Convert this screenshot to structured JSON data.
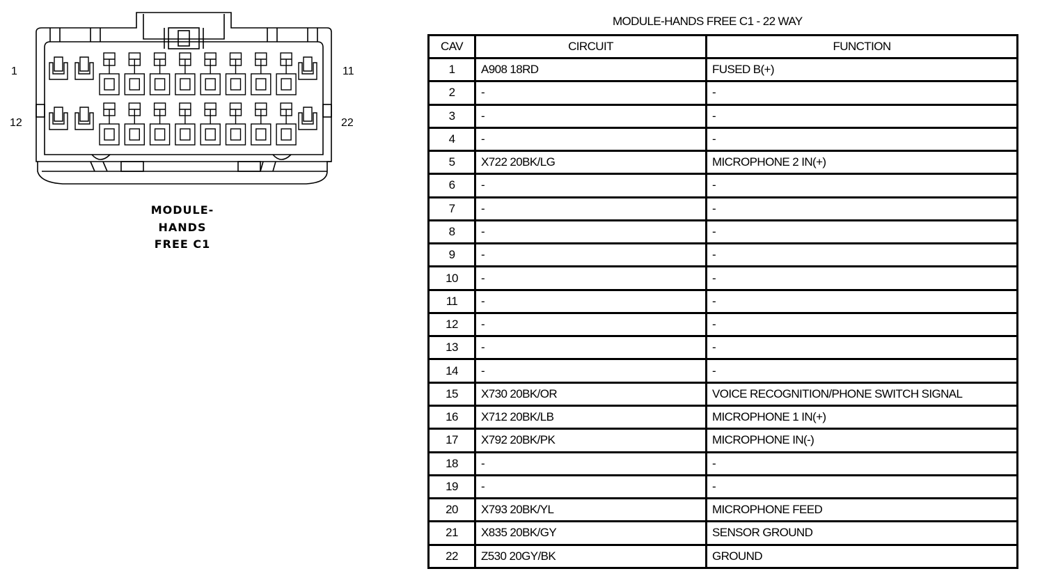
{
  "connector": {
    "caption_lines": [
      "MODULE-",
      "HANDS",
      "FREE C1"
    ],
    "pin_labels": {
      "top_left": "1",
      "top_right": "11",
      "bottom_left": "12",
      "bottom_right": "22"
    }
  },
  "table": {
    "title": "MODULE-HANDS FREE C1 - 22 WAY",
    "headers": [
      "CAV",
      "CIRCUIT",
      "FUNCTION"
    ],
    "rows": [
      {
        "cav": "1",
        "circuit": "A908 18RD",
        "function": "FUSED B(+)"
      },
      {
        "cav": "2",
        "circuit": "-",
        "function": "-"
      },
      {
        "cav": "3",
        "circuit": "-",
        "function": "-"
      },
      {
        "cav": "4",
        "circuit": "-",
        "function": "-"
      },
      {
        "cav": "5",
        "circuit": "X722 20BK/LG",
        "function": "MICROPHONE 2 IN(+)"
      },
      {
        "cav": "6",
        "circuit": "-",
        "function": "-"
      },
      {
        "cav": "7",
        "circuit": "-",
        "function": "-"
      },
      {
        "cav": "8",
        "circuit": "-",
        "function": "-"
      },
      {
        "cav": "9",
        "circuit": "-",
        "function": "-"
      },
      {
        "cav": "10",
        "circuit": "-",
        "function": "-"
      },
      {
        "cav": "11",
        "circuit": "-",
        "function": "-"
      },
      {
        "cav": "12",
        "circuit": "-",
        "function": "-"
      },
      {
        "cav": "13",
        "circuit": "-",
        "function": "-"
      },
      {
        "cav": "14",
        "circuit": "-",
        "function": "-"
      },
      {
        "cav": "15",
        "circuit": "X730 20BK/OR",
        "function": "VOICE RECOGNITION/PHONE SWITCH SIGNAL"
      },
      {
        "cav": "16",
        "circuit": "X712 20BK/LB",
        "function": "MICROPHONE 1 IN(+)"
      },
      {
        "cav": "17",
        "circuit": "X792 20BK/PK",
        "function": "MICROPHONE IN(-)"
      },
      {
        "cav": "18",
        "circuit": "-",
        "function": "-"
      },
      {
        "cav": "19",
        "circuit": "-",
        "function": "-"
      },
      {
        "cav": "20",
        "circuit": "X793 20BK/YL",
        "function": "MICROPHONE FEED"
      },
      {
        "cav": "21",
        "circuit": "X835 20BK/GY",
        "function": "SENSOR GROUND"
      },
      {
        "cav": "22",
        "circuit": "Z530 20GY/BK",
        "function": "GROUND"
      }
    ]
  }
}
